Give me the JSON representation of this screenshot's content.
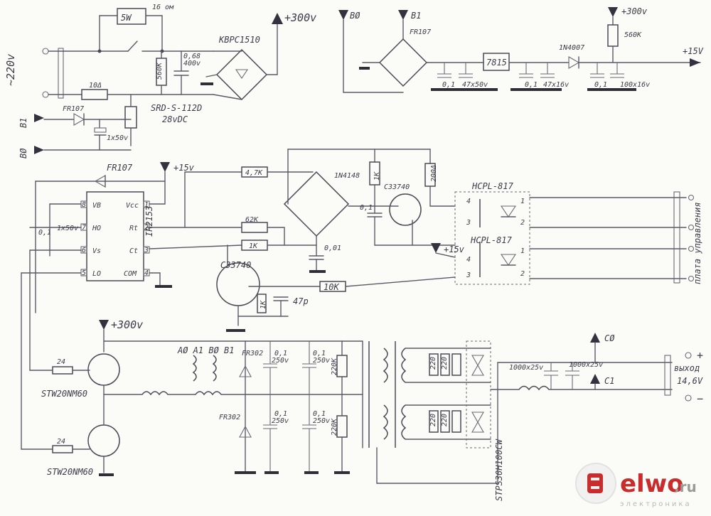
{
  "labels": {
    "mains_in": "~220v",
    "r_5w": "5W",
    "r_16om": "16 ом",
    "bridge_in": "KBPC1510",
    "v300_top": "+300v",
    "cap_068": "0,68",
    "cap_400v": "400v",
    "r_560k": "560K",
    "r_10a": "10Δ",
    "relay": "SRD-S-112D",
    "relay_v": "28vDC",
    "b1_left": "B1",
    "b0_left": "BØ",
    "fr107_a": "FR107",
    "cap_1x50": "1x50v",
    "b0_top": "BØ",
    "b1_top": "B1",
    "fr107_top": "FR107",
    "reg7815": "7815",
    "c_01a": "0,1",
    "c_47x50": "47x50v",
    "c_01b": "0,1",
    "c_47x16a": "47x16v",
    "d_1n4007": "1N4007",
    "v300_right": "+300v",
    "r_560k_right": "560K",
    "c_01c": "0,1",
    "c_100x16": "100x16v",
    "out_15v": "+15V",
    "fr107_mid": "FR107",
    "v15_mid": "+15v",
    "r_47k": "4,7K",
    "d_1n4148": "1N4148",
    "r_1k_top": "1K",
    "r_200": "200Δ",
    "tr_c33740_top": "C33740",
    "c_01_mid": "0,1",
    "opto_1": "HCPL-817",
    "opto_2": "HCPL-817",
    "r_62k": "62K",
    "r_1k_mid": "1K",
    "c_001": "0,01",
    "v15_opto": "+15v",
    "ic_name": "IR2153",
    "pin_vb": "VB",
    "pin_ho": "HO",
    "pin_vs": "Vs",
    "pin_lo": "LO",
    "pin_vcc": "Vcc",
    "pin_rt": "Rt",
    "pin_ct": "Ct",
    "pin_com": "COM",
    "pin_n8": "8",
    "pin_n7": "7",
    "pin_n6": "6",
    "pin_n5": "5",
    "pin_n1": "1",
    "pin_n2": "2",
    "pin_n3": "3",
    "pin_n4": "4",
    "c_01_ic": "0,1",
    "c_1x50_ic": "1x50v",
    "tr_c33740_bot": "C33740",
    "r_10k": "10K",
    "r_1k_bot": "1K",
    "c_47p": "47p",
    "ctrl_board": "плата управления",
    "opto_pin_4a": "4",
    "opto_pin_3a": "3",
    "opto_pin_1a": "1",
    "opto_pin_2a": "2",
    "opto_pin_4b": "4",
    "opto_pin_3b": "3",
    "opto_pin_1b": "1",
    "opto_pin_2b": "2",
    "v300_bot": "+300v",
    "r_24a": "24",
    "mosfet_a": "STW20NM60",
    "r_24b": "24",
    "mosfet_b": "STW20NM60",
    "a0a1b0b1": "AØ A1 BØ B1",
    "fr302_a": "FR302",
    "fr302_b": "FR302",
    "c_01_250a": "0,1",
    "c_250a": "250v",
    "c_01_250b": "0,1",
    "c_250b": "250v",
    "c_01_250c": "0,1",
    "c_250c": "250v",
    "c_01_250d": "0,1",
    "c_250d": "250v",
    "r_220k_a": "220K",
    "r_220k_b": "220K",
    "r_220_a": "220",
    "r_220_b": "220",
    "r_220_c": "220",
    "r_220_d": "220",
    "diode_out": "STPS30H100CW",
    "c0": "CØ",
    "c1": "C1",
    "c_1000a": "1000x25v",
    "c_1000b": "1000x25v",
    "out_plus": "+",
    "out_minus": "−",
    "out_label": "выход",
    "out_volt": "14,6V",
    "logo": "elwo",
    "logo_ru": ".ru",
    "logo_sub": "электроника"
  },
  "colors": {
    "paper": "#fbfbf8",
    "ink": "#4a4a55",
    "logo_red": "#c92c2c"
  }
}
